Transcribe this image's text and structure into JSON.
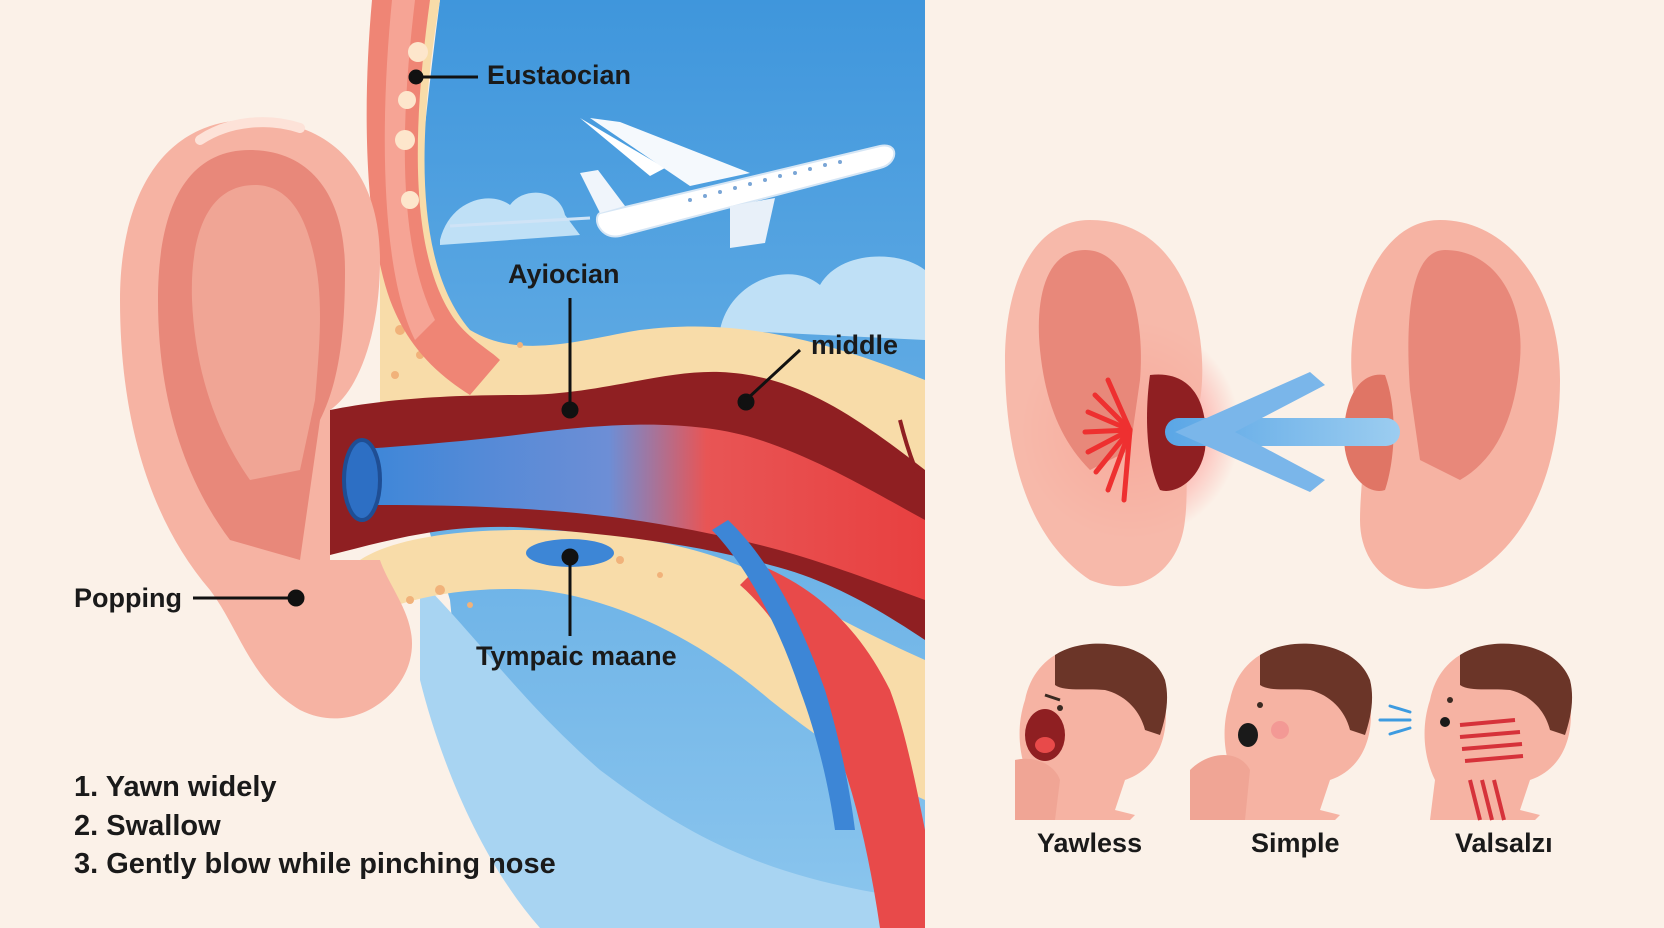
{
  "labels": {
    "eustachian": "Eustaocian",
    "aviation": "Ayiocian",
    "middle": "middle",
    "popping": "Popping",
    "tympanic": "Tympaic maane"
  },
  "steps": [
    "1. Yawn widely",
    "2. Swallow",
    "3. Gently blow while pinching nose"
  ],
  "techniques": [
    {
      "label": "Yawless"
    },
    {
      "label": "Simple"
    },
    {
      "label": "Valsalzı"
    }
  ],
  "colors": {
    "background": "#fbf1e8",
    "sky": "#4a9fe0",
    "skin": "#f6b3a3",
    "canal_dark": "#8f1f22",
    "canal_red": "#e84a4a",
    "tube_blue": "#3d86d6",
    "bone": "#f8dca9",
    "pain_red": "#ee3030",
    "hair": "#6b3528"
  },
  "icons": [
    "airplane-icon",
    "ear-icon",
    "pressure-arrow-icon",
    "face-yawn-icon",
    "face-swallow-icon",
    "face-valsalva-icon"
  ]
}
